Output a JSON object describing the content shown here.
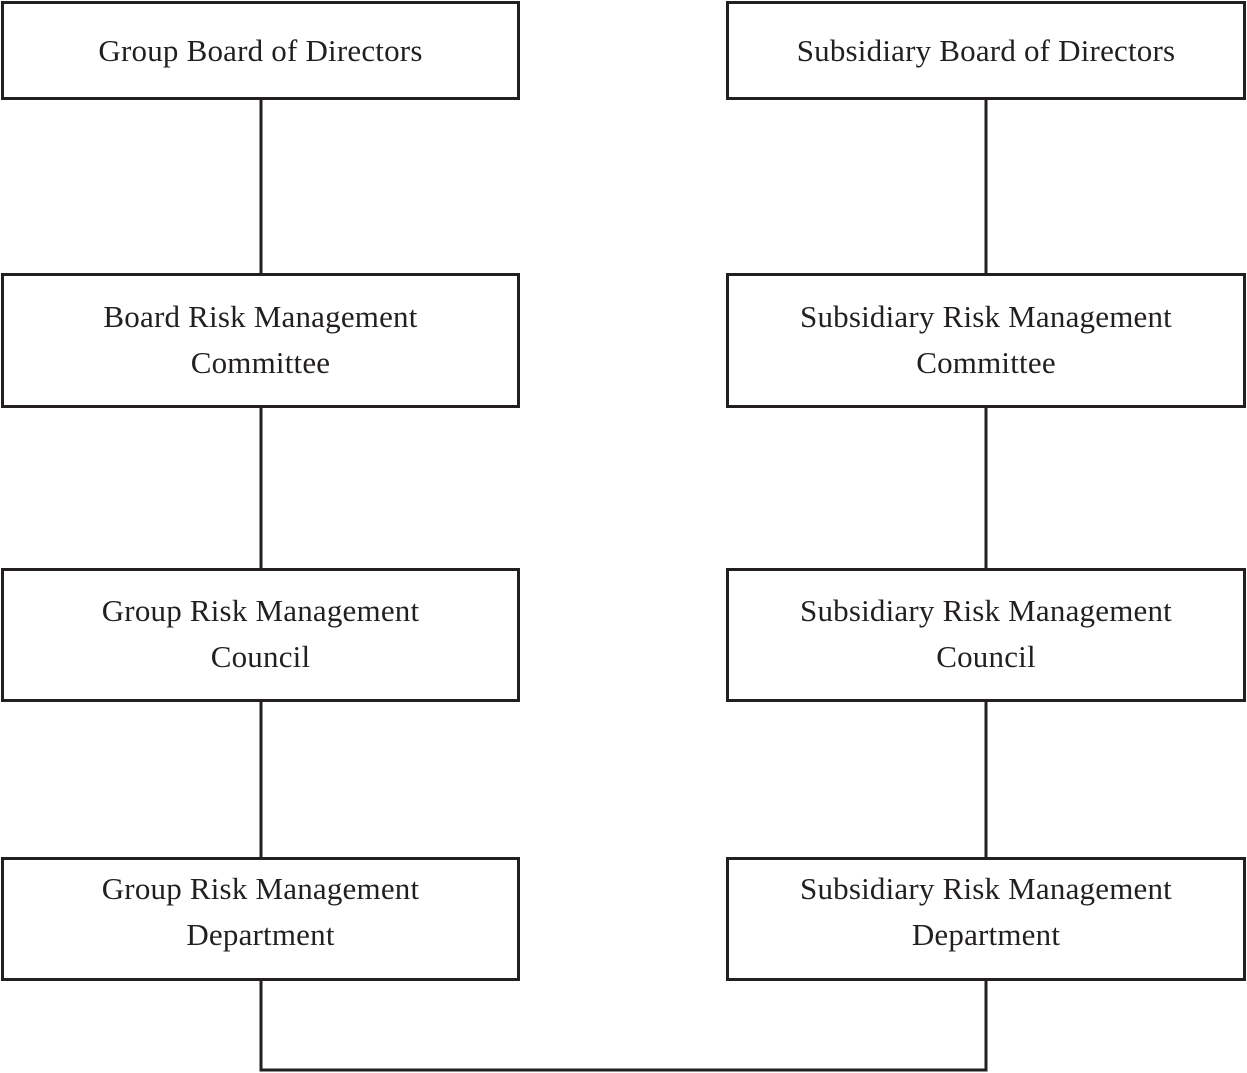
{
  "diagram": {
    "left_column": [
      {
        "label": "Group Board of Directors"
      },
      {
        "label": "Board Risk Management\nCommittee"
      },
      {
        "label": "Group Risk Management\nCouncil"
      },
      {
        "label": "Group Risk Management\nDepartment"
      }
    ],
    "right_column": [
      {
        "label": "Subsidiary Board of Directors"
      },
      {
        "label": "Subsidiary Risk Management\nCommittee"
      },
      {
        "label": "Subsidiary Risk Management\nCouncil"
      },
      {
        "label": "Subsidiary Risk Management\nDepartment"
      }
    ],
    "colors": {
      "line": "#231f20",
      "text": "#231f20",
      "background": "#ffffff"
    }
  }
}
